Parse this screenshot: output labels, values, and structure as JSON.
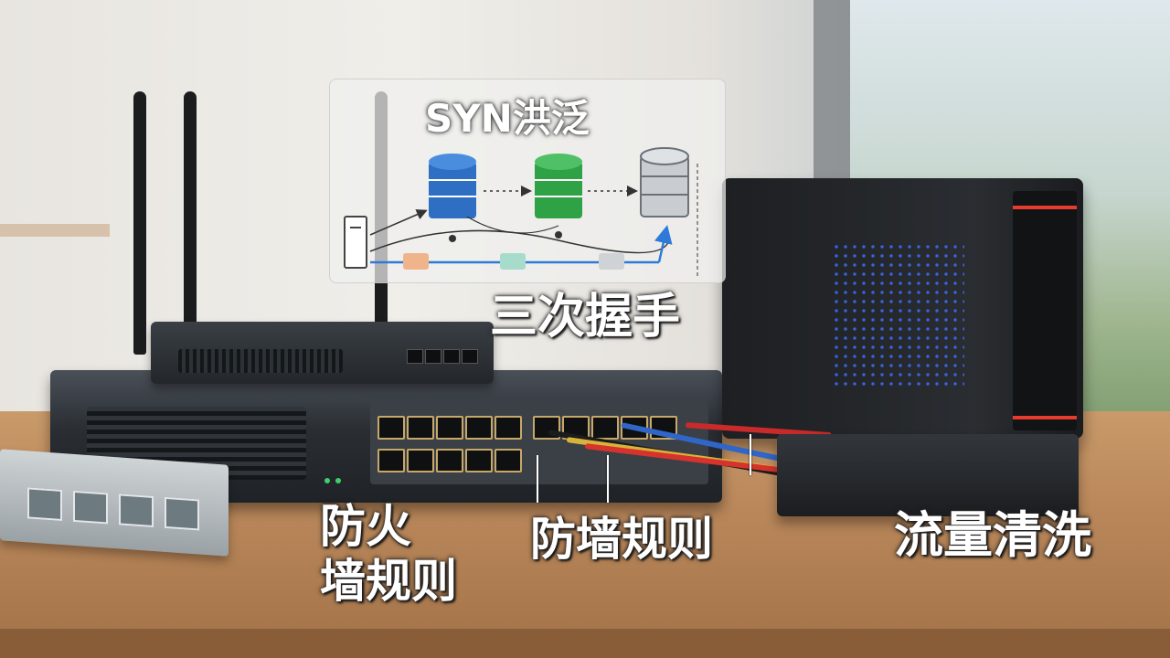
{
  "labels": {
    "title": "SYN洪泛",
    "handshake": "三次握手",
    "firewall_rules_line1": "防火",
    "firewall_rules_line2": "墙规则",
    "wall_rules": "防墙规则",
    "traffic_scrubbing": "流量清洗"
  },
  "colors": {
    "db_blue": "#2e6fc4",
    "db_green": "#2fa246",
    "db_gray": "#9aa1aa",
    "arrow_blue": "#2f7ad8",
    "accent_red": "#e63b2e",
    "led_blue": "#3b6cff"
  },
  "icons": [
    "client-terminal-icon",
    "database-icon",
    "database-icon",
    "database-icon",
    "packet-icon"
  ]
}
